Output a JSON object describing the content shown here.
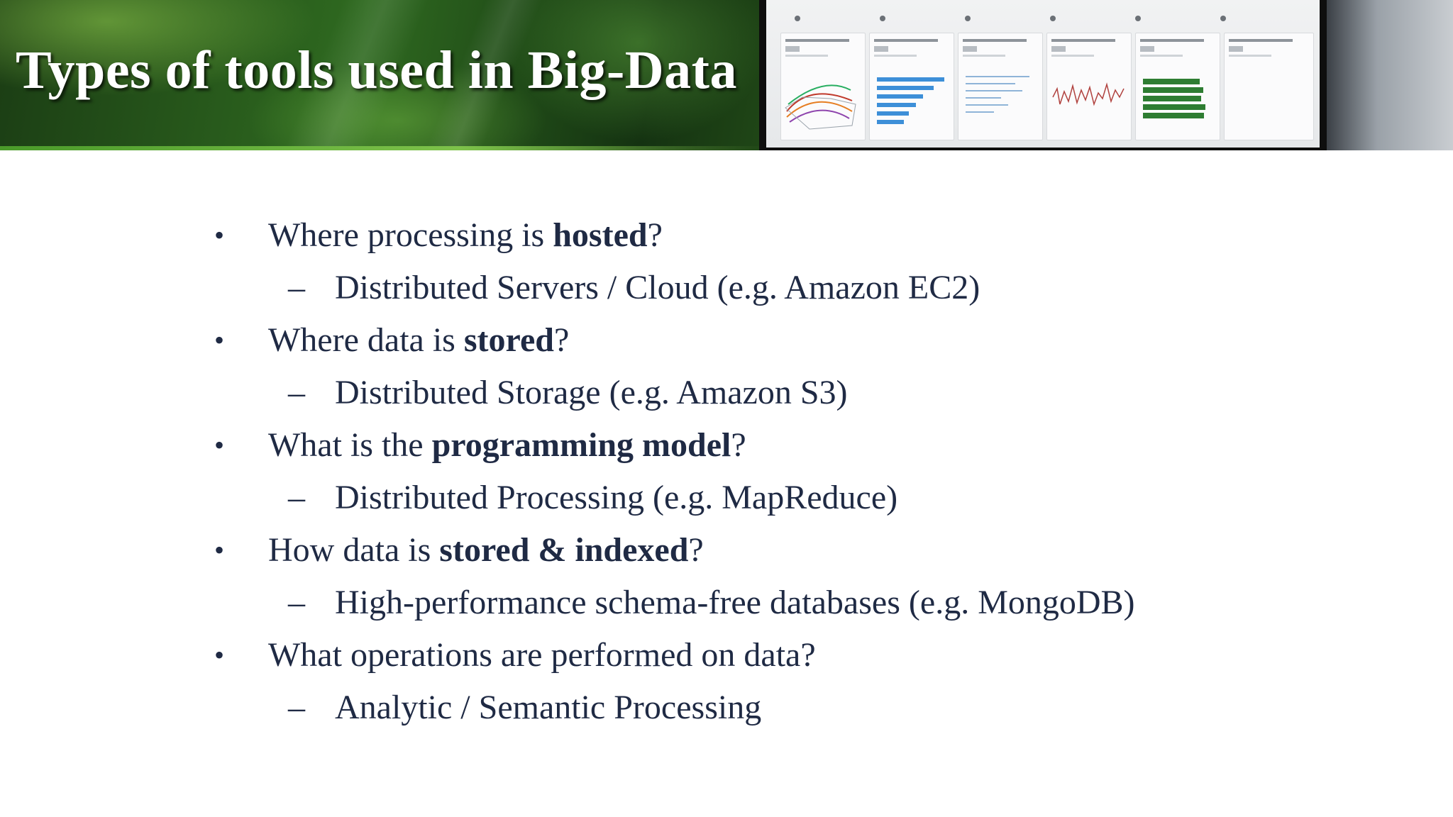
{
  "slide": {
    "title": "Types of tools used in Big-Data"
  },
  "bullets": [
    {
      "marker": "•",
      "pre": "Where processing is ",
      "bold": "hosted",
      "post": "?",
      "sub": {
        "marker": "–",
        "text": "Distributed Servers / Cloud (e.g. Amazon EC2)"
      }
    },
    {
      "marker": "•",
      "pre": "Where data is ",
      "bold": "stored",
      "post": "?",
      "sub": {
        "marker": "–",
        "text": "Distributed Storage (e.g. Amazon S3)"
      }
    },
    {
      "marker": "•",
      "pre": "What is the ",
      "bold": "programming model",
      "post": "?",
      "sub": {
        "marker": "–",
        "text": "Distributed Processing (e.g. MapReduce)"
      }
    },
    {
      "marker": "•",
      "pre": "How data is ",
      "bold": "stored & indexed",
      "post": "?",
      "sub": {
        "marker": "–",
        "text": "High-performance schema-free databases (e.g. MongoDB)"
      }
    },
    {
      "marker": "•",
      "pre": "What operations are performed on data?",
      "bold": "",
      "post": "",
      "sub": {
        "marker": "–",
        "text": "Analytic / Semantic Processing"
      }
    }
  ],
  "header_image": {
    "subject": "analytics-dashboard-photo",
    "accent_color": "#2f6a20"
  },
  "colors": {
    "body_text": "#1f2a44",
    "title_text": "#ffffff",
    "accent_green": "#4a9a2a"
  }
}
